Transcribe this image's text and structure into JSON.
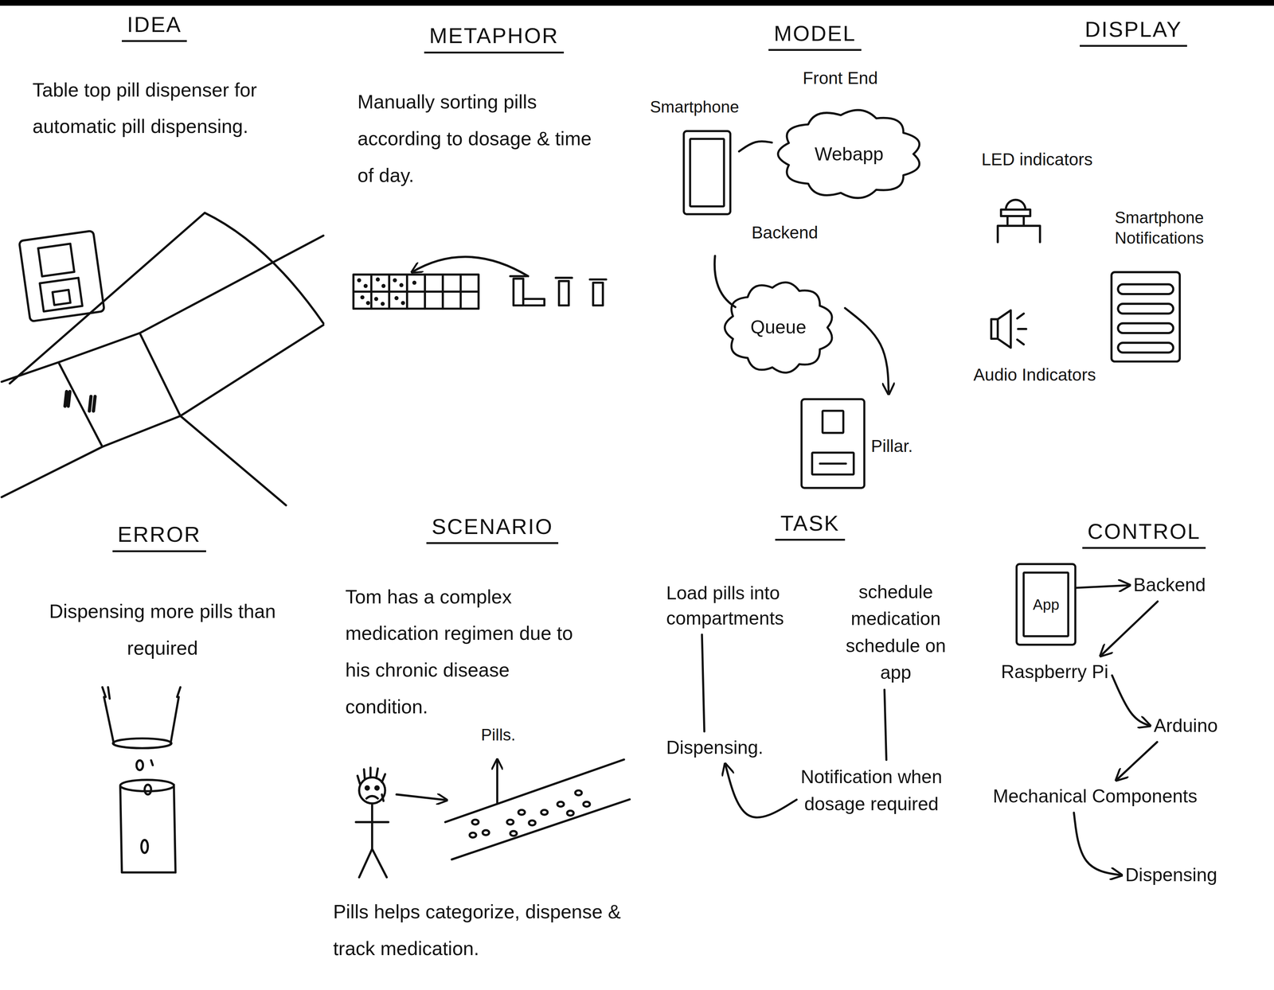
{
  "diagram": {
    "nodes": [
      {
        "text": [
          "Smartphone"
        ]
      },
      {
        "text": [
          "Front End",
          "Webapp"
        ]
      },
      {
        "text": [
          "Backend",
          "Queue"
        ]
      },
      {
        "text": [
          "Pillar."
        ]
      },
      {
        "text": [
          "Load pills into compartments"
        ]
      },
      {
        "text": [
          "Dispensing."
        ]
      },
      {
        "text": [
          "schedule medication schedule on app"
        ]
      },
      {
        "text": [
          "Notification when dosage required"
        ]
      },
      {
        "text": [
          "App"
        ]
      },
      {
        "text": [
          "Backend"
        ]
      },
      {
        "text": [
          "Raspberry Pi"
        ]
      },
      {
        "text": [
          "Arduino"
        ]
      },
      {
        "text": [
          "Mechanical Components"
        ]
      },
      {
        "text": [
          "Dispensing"
        ]
      }
    ],
    "edges": [
      {
        "from": 0,
        "to": 1,
        "arrow": "none"
      },
      {
        "from": 2,
        "to": 3,
        "arrow": "to"
      },
      {
        "from": 4,
        "to": 5,
        "arrow": "none"
      },
      {
        "from": 6,
        "to": 7,
        "arrow": "none"
      },
      {
        "from": 7,
        "to": 5,
        "arrow": "to"
      },
      {
        "from": 8,
        "to": 9,
        "arrow": "to"
      },
      {
        "from": 9,
        "to": 10,
        "arrow": "to"
      },
      {
        "from": 10,
        "to": 11,
        "arrow": "to"
      },
      {
        "from": 11,
        "to": 12,
        "arrow": "to"
      },
      {
        "from": 12,
        "to": 13,
        "arrow": "to"
      }
    ],
    "labels": [
      "IDEA",
      "Table top pill dispenser for automatic pill dispensing.",
      "METAPHOR",
      "Manually sorting pills according to dosage & time of day.",
      "MODEL",
      "DISPLAY",
      "LED indicators",
      "Smartphone Notifications",
      "Audio Indicators",
      "ERROR",
      "Dispensing more pills than required",
      "SCENARIO",
      "Tom has a complex medication regimen due to his chronic disease condition.",
      "Pills.",
      "Pills helps categorize, dispense & track medication.",
      "TASK",
      "CONTROL"
    ]
  }
}
